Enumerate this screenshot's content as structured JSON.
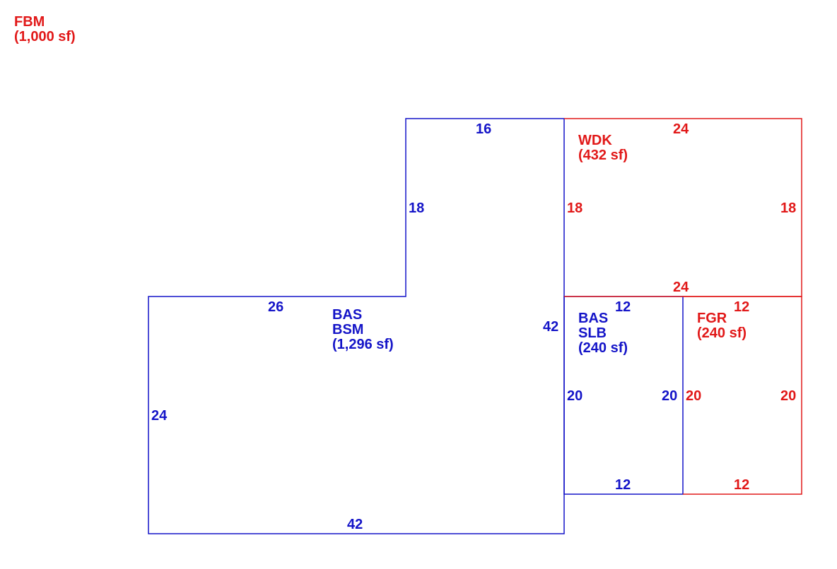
{
  "colors": {
    "main": "#1414c8",
    "addition": "#e11818"
  },
  "legend": {
    "code": "FBM",
    "area": "(1,000 sf)"
  },
  "areas": {
    "main": {
      "line1": "BAS",
      "line2": "BSM",
      "area": "(1,296 sf)",
      "dims": {
        "top": "16",
        "upper_left": "18",
        "lower_top": "26",
        "left": "24",
        "bottom": "42",
        "right": "42"
      }
    },
    "wdk": {
      "line1": "WDK",
      "area": "(432 sf)",
      "dims": {
        "top": "24",
        "left": "18",
        "right": "18",
        "bottom": "24"
      }
    },
    "slb": {
      "line1": "BAS",
      "line2": "SLB",
      "area": "(240 sf)",
      "dims": {
        "top": "12",
        "left": "20",
        "right": "20",
        "bottom": "12"
      }
    },
    "fgr": {
      "line1": "FGR",
      "area": "(240 sf)",
      "dims": {
        "top": "12",
        "left": "20",
        "right": "20",
        "bottom": "12"
      }
    }
  }
}
